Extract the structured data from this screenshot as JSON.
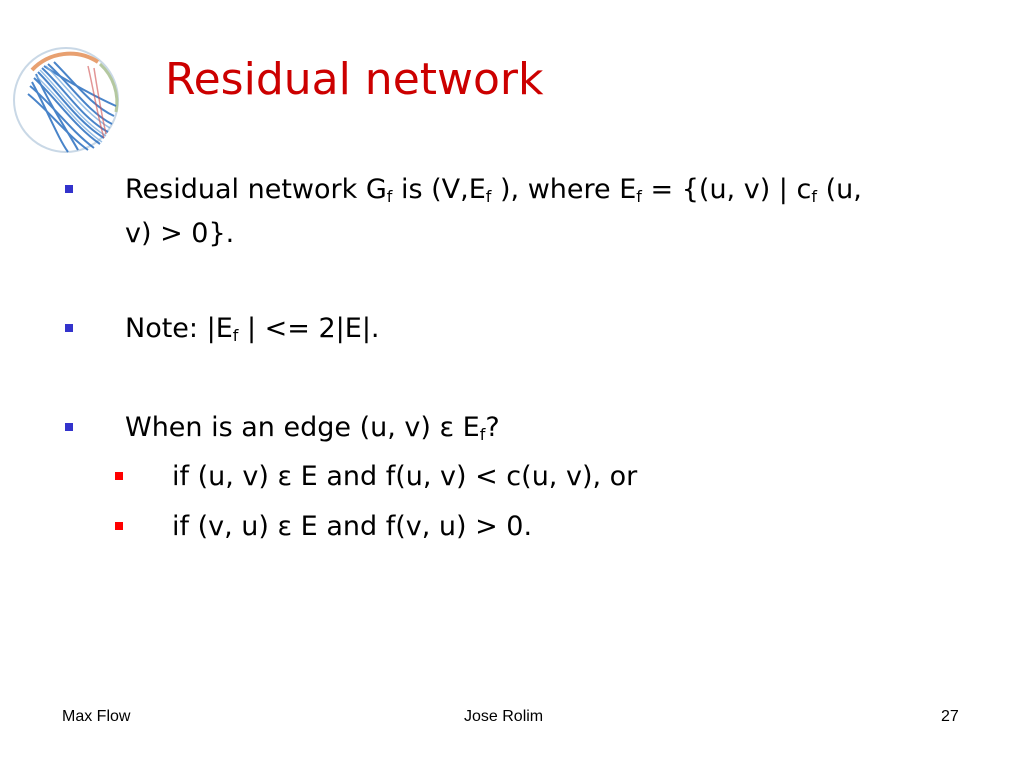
{
  "slide": {
    "title": "Residual network",
    "colors": {
      "title": "#cc0000",
      "bullet_level1": "#3333cc",
      "bullet_level2": "#ff0000"
    },
    "logo_icon": "circular-graph-logo-icon",
    "bullets": [
      {
        "level": 1,
        "line1": {
          "a": "Residual network G",
          "sub1": "f",
          "b": " is (V,E",
          "sub2": "f",
          "c": " ), where E",
          "sub3": "f",
          "d": " = {(u, v) | c",
          "sub4": "f",
          "e": " (u,"
        },
        "line2": "v) > 0}."
      },
      {
        "level": 1,
        "a": "Note: |E",
        "sub1": "f",
        "b": " | <= 2|E|."
      },
      {
        "level": 1,
        "a": "When is an edge (u, v) ε E",
        "sub1": "f",
        "b": "?"
      },
      {
        "level": 2,
        "text": "if (u, v) ε E and f(u, v) < c(u, v), or"
      },
      {
        "level": 2,
        "text": "if (v, u) ε E and f(v, u) > 0."
      }
    ]
  },
  "footer": {
    "left": "Max Flow",
    "center": "Jose Rolim",
    "page_number": "27"
  }
}
